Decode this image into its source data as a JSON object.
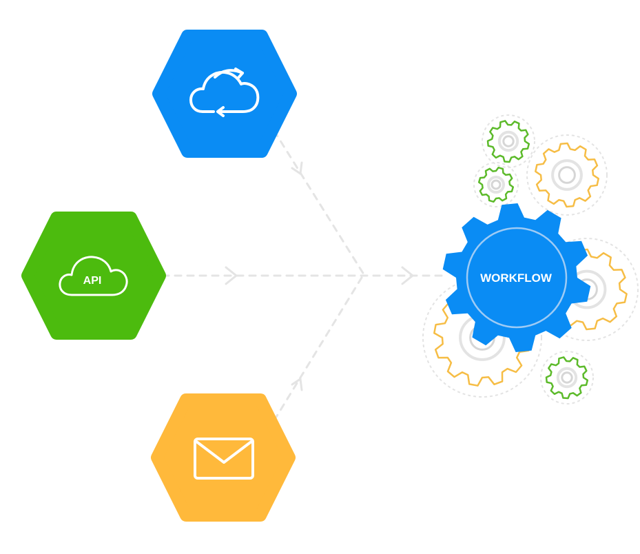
{
  "diagram": {
    "sources": [
      {
        "id": "cloud-sync",
        "icon": "cloud-sync-icon",
        "color": "#0A8CF4",
        "label": ""
      },
      {
        "id": "api",
        "icon": "cloud-api-icon",
        "color": "#4CBB0E",
        "label": "API"
      },
      {
        "id": "email",
        "icon": "envelope-icon",
        "color": "#FFB93B",
        "label": ""
      }
    ],
    "target": {
      "label": "WORKFLOW",
      "color": "#0A8CF4"
    },
    "colors": {
      "connector": "#E4E4E4",
      "gear_yellow": "#F6BD45",
      "gear_green": "#5CBA2A",
      "gear_grey": "#E3E3E3"
    }
  }
}
